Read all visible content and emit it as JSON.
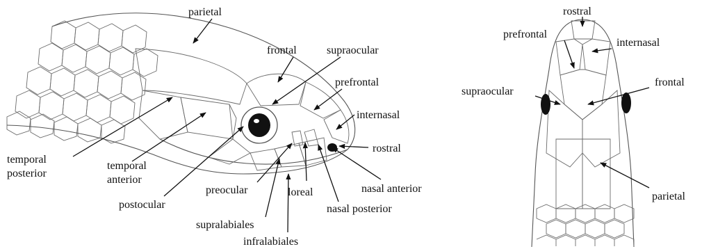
{
  "side_view": {
    "labels": {
      "parietal": "parietal",
      "frontal": "frontal",
      "supraocular": "supraocular",
      "prefrontal": "prefrontal",
      "internasal": "internasal",
      "rostral": "rostral",
      "nasal_anterior": "nasal anterior",
      "nasal_posterior": "nasal posterior",
      "loreal": "loreal",
      "preocular": "preocular",
      "postocular": "postocular",
      "supralabiales": "supralabiales",
      "infralabiales": "infralabiales",
      "temporal_posterior_line1": "temporal",
      "temporal_posterior_line2": "posterior",
      "temporal_anterior_line1": "temporal",
      "temporal_anterior_line2": "anterior"
    }
  },
  "top_view": {
    "labels": {
      "rostral": "rostral",
      "prefrontal": "prefrontal",
      "internasal": "internasal",
      "supraocular": "supraocular",
      "frontal": "frontal",
      "parietal": "parietal"
    }
  }
}
